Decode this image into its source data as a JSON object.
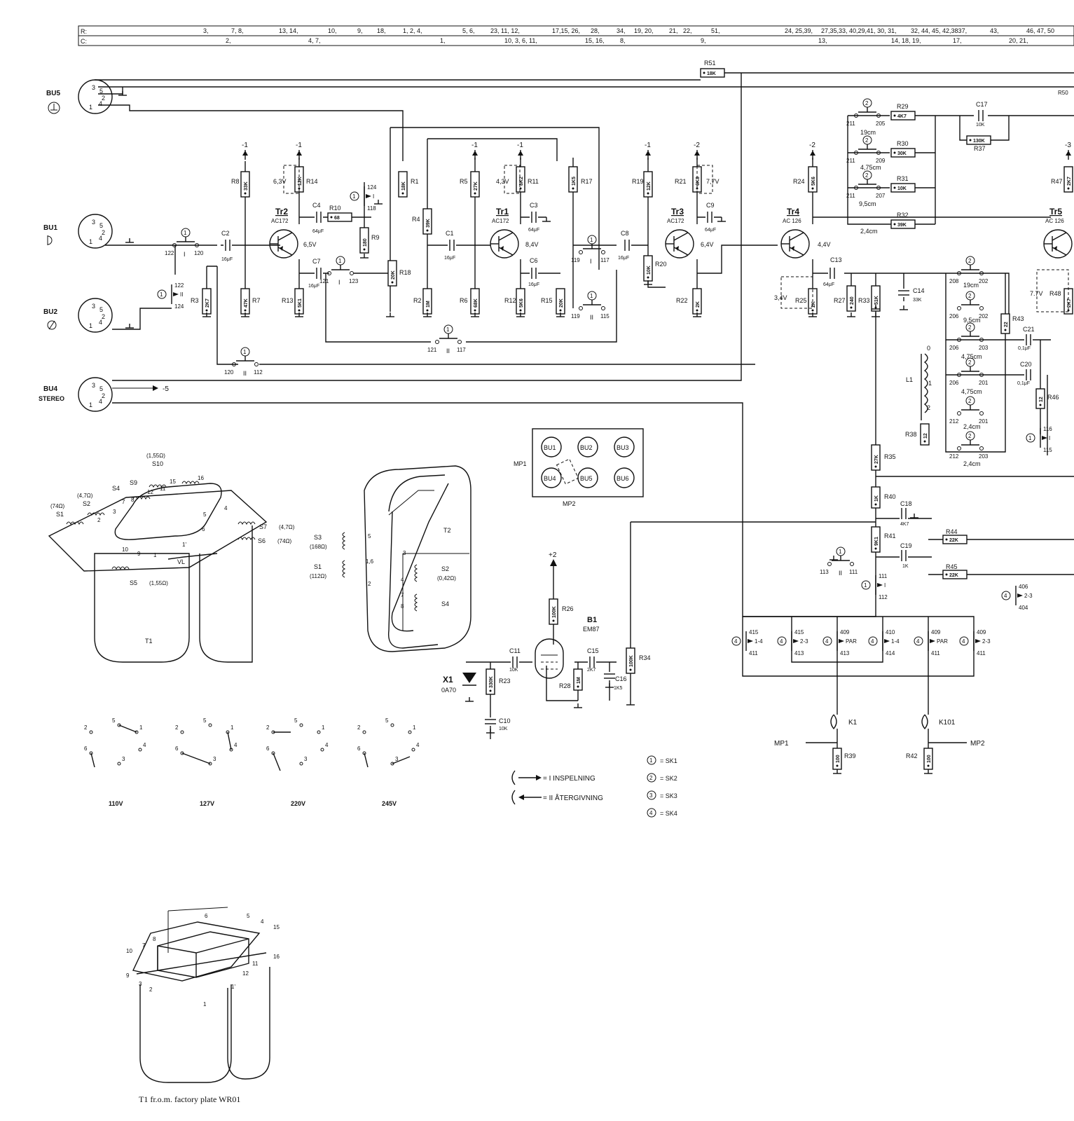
{
  "header": {
    "r_label": "R:",
    "c_label": "C:",
    "r_refs": [
      "3,",
      "7, 8,",
      "13, 14,",
      "10,",
      "9,",
      "18,",
      "1, 2, 4,",
      "5, 6,",
      "23, 11, 12,",
      "17,15, 26,",
      "28,",
      "34,",
      "19, 20,",
      "21,",
      "22,",
      "51,",
      "24, 25,39,",
      "27,35,33, 40,29,41, 30, 31,",
      "32, 44, 45, 42,3837,",
      "43,",
      "46, 47, 50"
    ],
    "c_refs": [
      "2,",
      "4, 7,",
      "1,",
      "10, 3, 6, 11,",
      "15, 16,",
      "8,",
      "9,",
      "13,",
      "14, 18, 19,",
      "17,",
      "20, 21,"
    ]
  },
  "connectors": {
    "bu5": {
      "name": "BU5"
    },
    "bu1": {
      "name": "BU1"
    },
    "bu2": {
      "name": "BU2"
    },
    "bu4": {
      "name": "BU4",
      "sub": "STEREO",
      "supply": "-5"
    }
  },
  "pins": {
    "p3": "3",
    "p5": "5",
    "p2": "2",
    "p1": "1",
    "p4": "4"
  },
  "transistors": {
    "tr2": {
      "name": "Tr2",
      "type": "AC172",
      "v_emitter": "6,5V",
      "v_base": "6,3V"
    },
    "tr1": {
      "name": "Tr1",
      "type": "AC172",
      "v_emitter": "8,4V",
      "v_base": "4,3V"
    },
    "tr3": {
      "name": "Tr3",
      "type": "AC172",
      "v_emitter": "6,4V",
      "v_base": "7,7V"
    },
    "tr4": {
      "name": "Tr4",
      "type": "AC 126",
      "v_emitter": "4,4V",
      "v_base": "3,4V"
    },
    "tr5": {
      "name": "Tr5",
      "type": "AC 126",
      "v_base": "7.7V"
    }
  },
  "resistors": {
    "r8": {
      "name": "R8",
      "value": "33K"
    },
    "r7": {
      "name": "R7",
      "value": "47K"
    },
    "r3": {
      "name": "R3",
      "value": "2K7"
    },
    "r14": {
      "name": "R14",
      "value": "12K"
    },
    "r13": {
      "name": "R13",
      "value": "5K1"
    },
    "r10": {
      "name": "R10",
      "value": "68"
    },
    "r9": {
      "name": "R9",
      "value": "180"
    },
    "r18": {
      "name": "R18",
      "value": "20K"
    },
    "r1": {
      "name": "R1",
      "value": "18K"
    },
    "r4": {
      "name": "R4",
      "value": "39K"
    },
    "r2": {
      "name": "R2",
      "value": "1M"
    },
    "r5": {
      "name": "R5",
      "value": "27K"
    },
    "r6": {
      "name": "R6",
      "value": "68K"
    },
    "r11": {
      "name": "R11",
      "value": "8K2"
    },
    "r12": {
      "name": "R12",
      "value": "5K6"
    },
    "r17": {
      "name": "R17",
      "value": "1K5"
    },
    "r15": {
      "name": "R15",
      "value": "20K"
    },
    "r19": {
      "name": "R19",
      "value": "12K"
    },
    "r20": {
      "name": "R20",
      "value": "10K"
    },
    "r21": {
      "name": "R21",
      "value": "6K8"
    },
    "r22": {
      "name": "R22",
      "value": "2K"
    },
    "r24": {
      "name": "R24",
      "value": "5K6"
    },
    "r25": {
      "name": "R25",
      "value": "2K"
    },
    "r27": {
      "name": "R27",
      "value": "240"
    },
    "r33": {
      "name": "R33",
      "value": "51K"
    },
    "r51": {
      "name": "R51",
      "value": "18K"
    },
    "r29": {
      "name": "R29",
      "value": "4K7"
    },
    "r30": {
      "name": "R30",
      "value": "30K"
    },
    "r31": {
      "name": "R31",
      "value": "10K"
    },
    "r32": {
      "name": "R32",
      "value": "39K"
    },
    "r37": {
      "name": "R37",
      "value": "130K"
    },
    "r43": {
      "name": "R43",
      "value": "22"
    },
    "r46": {
      "name": "R46",
      "value": "12"
    },
    "r38": {
      "name": "R38",
      "value": "12"
    },
    "r35": {
      "name": "R35",
      "value": "27K"
    },
    "r40": {
      "name": "R40",
      "value": "1K"
    },
    "r41": {
      "name": "R41",
      "value": "9K1"
    },
    "r44": {
      "name": "R44",
      "value": "22K"
    },
    "r45": {
      "name": "R45",
      "value": "22K"
    },
    "r26": {
      "name": "R26",
      "value": "100K"
    },
    "r23": {
      "name": "R23",
      "value": "330K"
    },
    "r28": {
      "name": "R28",
      "value": "1M"
    },
    "r34": {
      "name": "R34",
      "value": "100K"
    },
    "r39": {
      "name": "R39",
      "value": "100"
    },
    "r42": {
      "name": "R42",
      "value": "100"
    },
    "r47": {
      "name": "R47",
      "value": "2K7"
    },
    "r48": {
      "name": "R48",
      "value": "2K7"
    },
    "r50": {
      "name": "R50"
    }
  },
  "capacitors": {
    "c2": {
      "name": "C2",
      "value": "16μF"
    },
    "c4": {
      "name": "C4",
      "value": "64μF"
    },
    "c7": {
      "name": "C7",
      "value": "16μF"
    },
    "c1": {
      "name": "C1",
      "value": "16μF"
    },
    "c3": {
      "name": "C3",
      "value": "64μF"
    },
    "c6": {
      "name": "C6",
      "value": "16μF"
    },
    "c8": {
      "name": "C8",
      "value": "16μF"
    },
    "c9": {
      "name": "C9",
      "value": "64μF"
    },
    "c13": {
      "name": "C13",
      "value": "64μF"
    },
    "c14": {
      "name": "C14",
      "value": "33K"
    },
    "c17": {
      "name": "C17",
      "value": "10K"
    },
    "c21": {
      "name": "C21",
      "value": "0,1μF"
    },
    "c20": {
      "name": "C20",
      "value": "0,1μF"
    },
    "c18": {
      "name": "C18",
      "value": "4K7"
    },
    "c19": {
      "name": "C19",
      "value": "1K"
    },
    "c11": {
      "name": "C11",
      "value": "10K"
    },
    "c15": {
      "name": "C15",
      "value": "2K7"
    },
    "c16": {
      "name": "C16",
      "value": "1K5"
    },
    "c10": {
      "name": "C10",
      "value": "10K"
    }
  },
  "supplies": {
    "neg1": "-1",
    "neg2": "-2",
    "neg3": "-3",
    "pos2": "+2"
  },
  "switch_nodes": {
    "n122": "122",
    "n120": "120",
    "n124": "124",
    "n118": "118",
    "n121": "121",
    "n123": "123",
    "n117": "117",
    "n119": "119",
    "n115": "115",
    "n112": "112",
    "n116": "116",
    "n111": "111",
    "n113": "113",
    "n205": "205",
    "n211": "211",
    "n209": "209",
    "n207": "207",
    "n208": "208",
    "n202": "202",
    "n206": "206",
    "n203": "203",
    "n201": "201",
    "n212": "212",
    "n415": "415",
    "n411": "411",
    "n413": "413",
    "n409": "409",
    "n410": "410",
    "n414": "414",
    "n406": "406",
    "n404": "404"
  },
  "switch_labels": {
    "s1": "1",
    "s2": "2",
    "s4": "4",
    "roman1": "I",
    "roman2": "II"
  },
  "switch_positions": {
    "p14": "1-4",
    "p23": "2-3",
    "par": "PAR"
  },
  "speeds": {
    "s19": "19cm",
    "s475": "4,75cm",
    "s95": "9,5cm",
    "s24": "2,4cm"
  },
  "coil": {
    "name": "L1",
    "taps": [
      "0",
      "1",
      "2"
    ]
  },
  "heads": {
    "k1": "K1",
    "k101": "K101",
    "mp1": "MP1",
    "mp2": "MP2"
  },
  "tube": {
    "name": "B1",
    "type": "EM87"
  },
  "diode": {
    "name": "X1",
    "type": "0A70"
  },
  "socket_panel": {
    "sockets": [
      "BU1",
      "BU2",
      "BU3",
      "BU4",
      "BU5",
      "BU6"
    ],
    "mp1": "MP1",
    "mp2": "MP2"
  },
  "transformer_t1": {
    "name": "T1",
    "windings": [
      {
        "name": "S1",
        "value": "(74Ω)"
      },
      {
        "name": "S2",
        "value": "(4,7Ω)"
      },
      {
        "name": "S4",
        "value": ""
      },
      {
        "name": "S9",
        "value": ""
      },
      {
        "name": "S10",
        "value": "(1,55Ω)"
      },
      {
        "name": "S7",
        "value": "(4,7Ω)"
      },
      {
        "name": "S6",
        "value": "(74Ω)"
      },
      {
        "name": "S5",
        "value": "(1,55Ω)"
      }
    ],
    "terminals": [
      "1",
      "2",
      "3",
      "5",
      "6",
      "7",
      "8",
      "9",
      "10",
      "11",
      "12",
      "15",
      "16",
      "4",
      "1'"
    ],
    "vl": "VL"
  },
  "transformer_t2": {
    "name": "T2",
    "windings": [
      {
        "name": "S3",
        "value": "(168Ω)"
      },
      {
        "name": "S1",
        "value": "(112Ω)"
      },
      {
        "name": "S2",
        "value": "(0,42Ω)"
      },
      {
        "name": "S4",
        "value": ""
      }
    ],
    "terminals": [
      "5",
      "1,6",
      "2",
      "3",
      "4",
      "7",
      "8"
    ]
  },
  "voltage_selector": {
    "terminal_names": [
      "5",
      "1",
      "2",
      "4",
      "6",
      "3"
    ],
    "settings": [
      "110V",
      "127V",
      "220V",
      "245V"
    ]
  },
  "legend": {
    "record": "= I  INSPELNING",
    "playback": "= II  ÅTERGIVNING",
    "sk": [
      {
        "num": "1",
        "text": "= SK1"
      },
      {
        "num": "2",
        "text": "= SK2"
      },
      {
        "num": "3",
        "text": "= SK3"
      },
      {
        "num": "4",
        "text": "= SK4"
      }
    ]
  },
  "detail_t1": {
    "terminals": [
      "6",
      "5",
      "4",
      "15",
      "8",
      "7",
      "16",
      "10",
      "11",
      "12",
      "9",
      "3",
      "2",
      "1",
      "1'"
    ],
    "caption": "T1 fr.o.m. factory plate WR01"
  }
}
